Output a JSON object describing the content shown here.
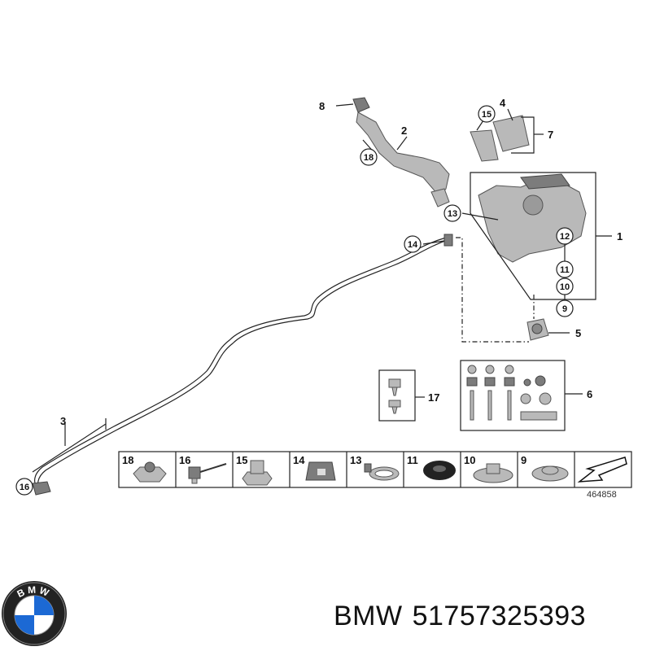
{
  "callouts": {
    "c1": "1",
    "c2": "2",
    "c3": "3",
    "c4": "4",
    "c5": "5",
    "c6": "6",
    "c7": "7",
    "c8": "8",
    "c9": "9",
    "c10": "10",
    "c11": "11",
    "c12": "12",
    "c13": "13",
    "c14": "14",
    "c15": "15",
    "c16": "16",
    "c17": "17",
    "c18": "18"
  },
  "parts_strip": [
    "18",
    "16",
    "15",
    "14",
    "13",
    "11",
    "10",
    "9"
  ],
  "diagram_ref": "464858",
  "logo": {
    "text": "BMW",
    "colors": {
      "blue": "#1c69d4",
      "ring": "#111111"
    }
  },
  "caption": {
    "brand": "BMW",
    "part_number": "51757325393"
  }
}
